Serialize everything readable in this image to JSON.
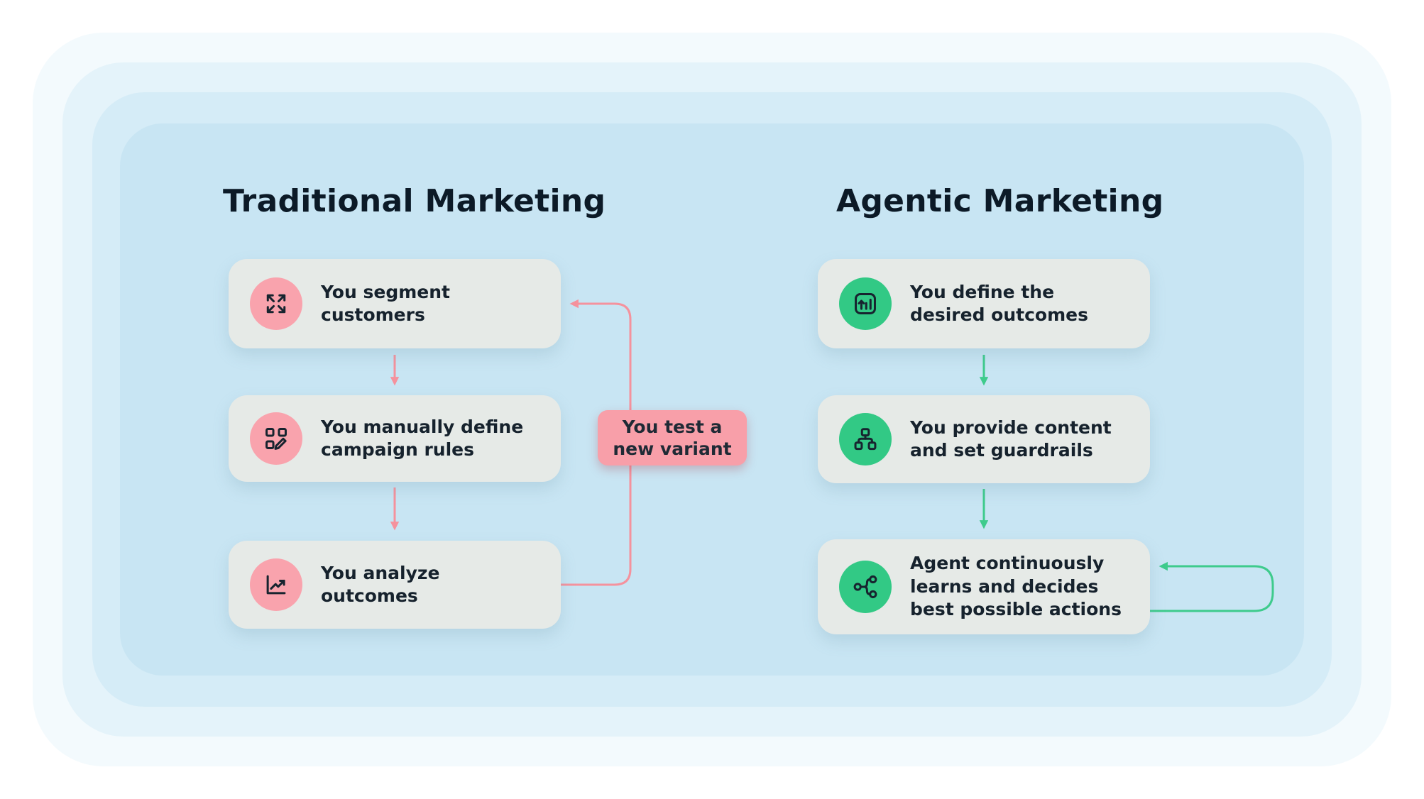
{
  "left": {
    "title": "Traditional Marketing",
    "steps": [
      {
        "icon": "segment-icon",
        "label": "You segment\ncustomers"
      },
      {
        "icon": "rules-icon",
        "label": "You manually define\ncampaign rules"
      },
      {
        "icon": "analyze-icon",
        "label": "You analyze\noutcomes"
      }
    ],
    "loop_badge": "You test a\nnew variant"
  },
  "right": {
    "title": "Agentic Marketing",
    "steps": [
      {
        "icon": "outcomes-icon",
        "label": "You define the\ndesired outcomes"
      },
      {
        "icon": "guardrails-icon",
        "label": "You provide content\nand set guardrails"
      },
      {
        "icon": "agent-icon",
        "label": "Agent continuously\nlearns and decides\nbest possible actions"
      }
    ]
  },
  "colors": {
    "panel_blue": "#c8e5f3",
    "card_gray": "#e6eae7",
    "pink_line": "#f5929d",
    "pink_circle": "#f9a3ad",
    "badge_pink": "#f89fa9",
    "green_line": "#3ecb8c",
    "green_circle": "#32c985",
    "text_dark": "#16222d"
  }
}
